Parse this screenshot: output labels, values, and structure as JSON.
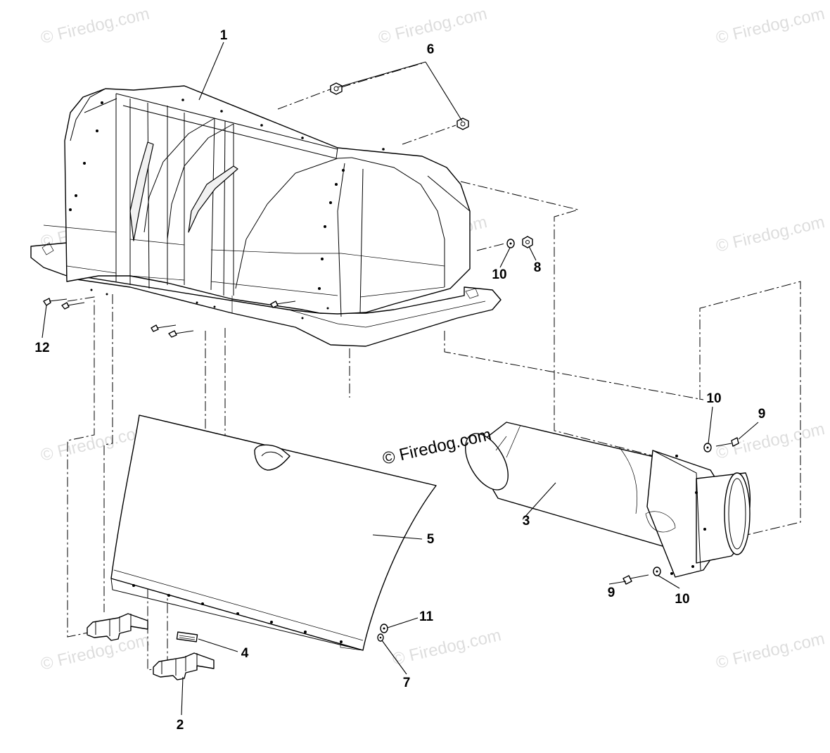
{
  "callouts": {
    "c1": "1",
    "c2": "2",
    "c3": "3",
    "c4": "4",
    "c5": "5",
    "c6": "6",
    "c7": "7",
    "c8": "8",
    "c9a": "9",
    "c9b": "9",
    "c10a": "10",
    "c10b": "10",
    "c10c": "10",
    "c11": "11",
    "c12": "12"
  },
  "watermark": {
    "main": "© Firedog.com",
    "faint": "© Firedog.com"
  }
}
